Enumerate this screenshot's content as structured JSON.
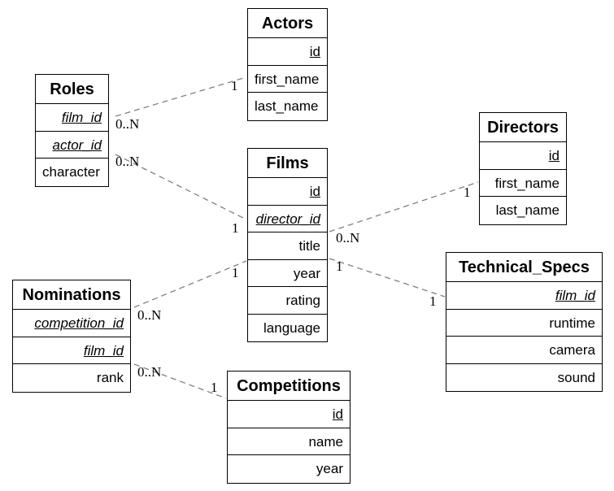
{
  "entities": {
    "actors": {
      "name": "Actors",
      "attrs": [
        "id",
        "first_name",
        "last_name"
      ]
    },
    "roles": {
      "name": "Roles",
      "attrs": [
        "film_id",
        "actor_id",
        "character"
      ]
    },
    "directors": {
      "name": "Directors",
      "attrs": [
        "id",
        "first_name",
        "last_name"
      ]
    },
    "films": {
      "name": "Films",
      "attrs": [
        "id",
        "director_id",
        "title",
        "year",
        "rating",
        "language"
      ]
    },
    "nominations": {
      "name": "Nominations",
      "attrs": [
        "competition_id",
        "film_id",
        "rank"
      ]
    },
    "technical_specs": {
      "name": "Technical_Specs",
      "attrs": [
        "film_id",
        "runtime",
        "camera",
        "sound"
      ]
    },
    "competitions": {
      "name": "Competitions",
      "attrs": [
        "id",
        "name",
        "year"
      ]
    }
  },
  "relationships": [
    {
      "from": "roles.film_id",
      "to": "actors",
      "from_card": "0..N",
      "to_card": "1"
    },
    {
      "from": "roles.actor_id",
      "to": "films",
      "from_card": "0..N",
      "to_card": "1"
    },
    {
      "from": "films.director_id",
      "to": "directors",
      "from_card": "0..N",
      "to_card": "1"
    },
    {
      "from": "films",
      "to": "technical_specs",
      "from_card": "1",
      "to_card": "1"
    },
    {
      "from": "nominations.competition_id",
      "to": "films",
      "from_card": "0..N",
      "to_card": "1"
    },
    {
      "from": "nominations.film_id",
      "to": "competitions",
      "from_card": "0..N",
      "to_card": "1"
    }
  ],
  "style": {
    "line_color": "#808080",
    "border_color": "#000000"
  }
}
